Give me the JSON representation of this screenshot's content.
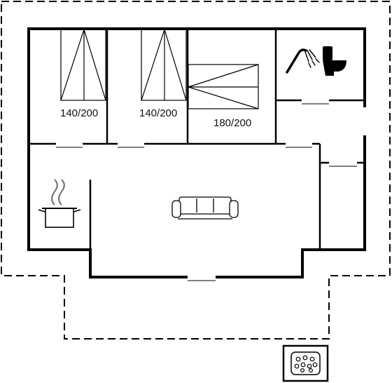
{
  "rooms": {
    "bedroom_1": {
      "bed_size": "140/200"
    },
    "bedroom_2": {
      "bed_size": "140/200"
    },
    "bedroom_3": {
      "bed_size": "180/200"
    }
  },
  "icons": {
    "shower": "shower-icon",
    "toilet": "toilet-icon",
    "cooking_pot": "cooking-pot-icon",
    "sofa": "sofa-icon",
    "hot_tub": "hot-tub-icon"
  },
  "colors": {
    "wall": "#000000",
    "door_gap": "#ffffff"
  }
}
